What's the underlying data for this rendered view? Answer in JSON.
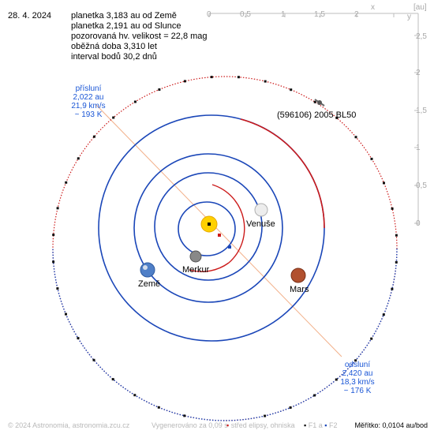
{
  "date": "28. 4. 2024",
  "info_lines": [
    "planetka 3,183 au od Země",
    "planetka 2,191 au od Slunce",
    "pozorovaná hv. velikost = 22,8 mag",
    "oběžná doba 3,310 let",
    "interval bodů 30,2 dnů"
  ],
  "object_name": "(596106) 2005 BL50",
  "perihelion": {
    "title": "přísluní",
    "dist": "2,022 au",
    "speed": "21,9 km/s",
    "temp": "~ 193 K"
  },
  "aphelion": {
    "title": "odsluní",
    "dist": "2,420 au",
    "speed": "18,3 km/s",
    "temp": "~ 176 K"
  },
  "planets": {
    "merkur": "Merkur",
    "venuse": "Venuše",
    "zeme": "Země",
    "mars": "Mars"
  },
  "axis": {
    "unit": "[au]",
    "x_label": "x",
    "y_label": "y",
    "x_ticks": [
      "0",
      "0,5",
      "1",
      "1,5",
      "2"
    ],
    "y_ticks": [
      "2,5",
      "2",
      "1,5",
      "1",
      "0,5",
      "0"
    ]
  },
  "footer": {
    "copyright": "© 2024 Astronomia, astronomia.zcu.cz",
    "generated": "Vygenerováno za 0,09 s",
    "legend_center": "střed elipsy, ohniska",
    "f1": "F1 a",
    "f2": "F2",
    "scale": "Měřítko: 0,0104 au/bod"
  },
  "colors": {
    "inner_orbit": "#1a46b8",
    "perihelion_arc": "#cc1a1a",
    "asteroid_orbit_inner": "#cc1a1a",
    "asteroid_orbit_outer": "#1a46b8",
    "apsis_line": "#f2b08a",
    "sun": "#ffd000"
  }
}
